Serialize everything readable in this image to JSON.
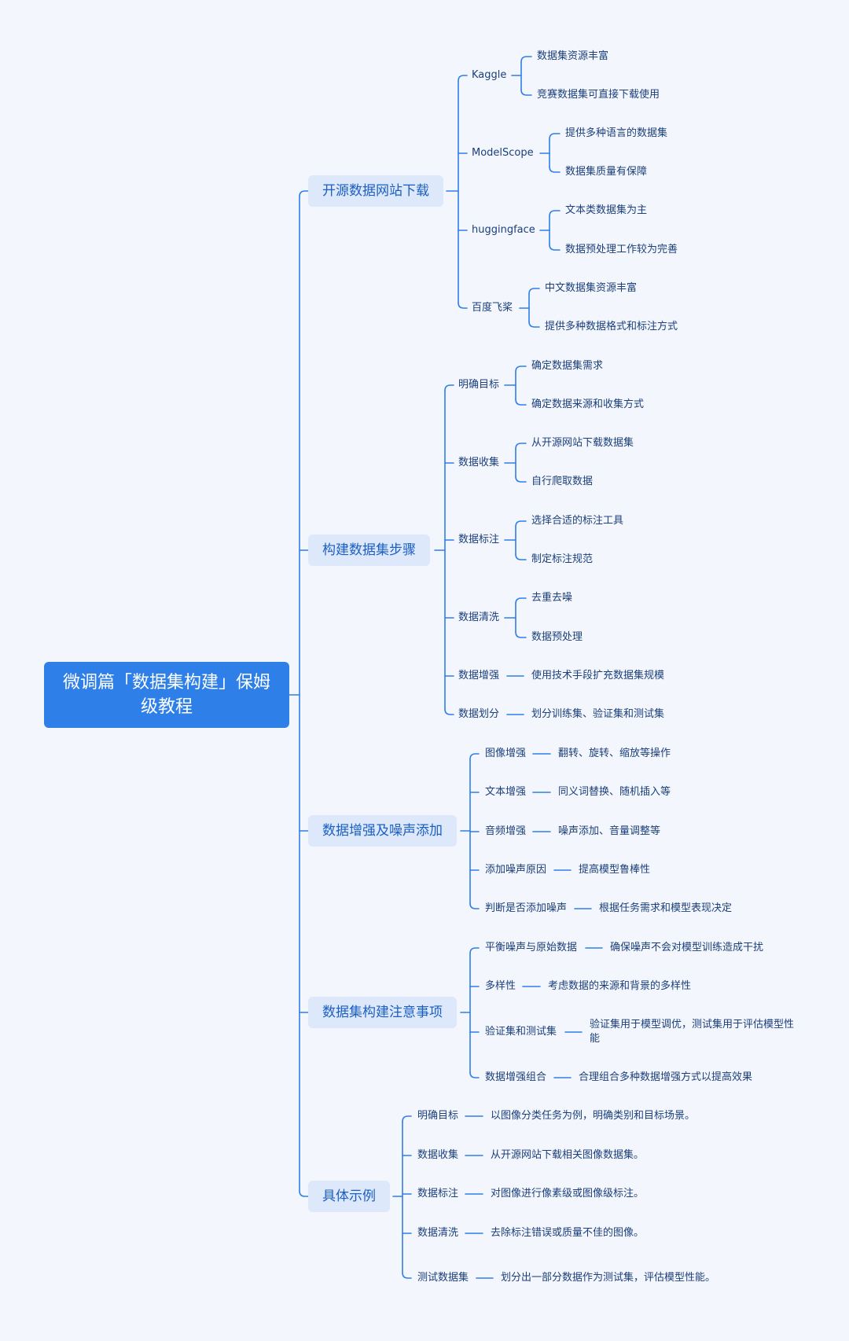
{
  "root": "微调篇「数据集构建」保姆级教程",
  "sections": {
    "s1": {
      "label": "开源数据网站下载",
      "items": [
        {
          "label": "Kaggle",
          "children": [
            "数据集资源丰富",
            "竞赛数据集可直接下载使用"
          ]
        },
        {
          "label": "ModelScope",
          "children": [
            "提供多种语言的数据集",
            "数据集质量有保障"
          ]
        },
        {
          "label": "huggingface",
          "children": [
            "文本类数据集为主",
            "数据预处理工作较为完善"
          ]
        },
        {
          "label": "百度飞桨",
          "children": [
            "中文数据集资源丰富",
            "提供多种数据格式和标注方式"
          ]
        }
      ]
    },
    "s2": {
      "label": "构建数据集步骤",
      "items": [
        {
          "label": "明确目标",
          "children": [
            "确定数据集需求",
            "确定数据来源和收集方式"
          ]
        },
        {
          "label": "数据收集",
          "children": [
            "从开源网站下载数据集",
            "自行爬取数据"
          ]
        },
        {
          "label": "数据标注",
          "children": [
            "选择合适的标注工具",
            "制定标注规范"
          ]
        },
        {
          "label": "数据清洗",
          "children": [
            "去重去噪",
            "数据预处理"
          ]
        },
        {
          "label": "数据增强",
          "children": [
            "使用技术手段扩充数据集规模"
          ]
        },
        {
          "label": "数据划分",
          "children": [
            "划分训练集、验证集和测试集"
          ]
        }
      ]
    },
    "s3": {
      "label": "数据增强及噪声添加",
      "items": [
        {
          "label": "图像增强",
          "children": [
            "翻转、旋转、缩放等操作"
          ]
        },
        {
          "label": "文本增强",
          "children": [
            "同义词替换、随机插入等"
          ]
        },
        {
          "label": "音频增强",
          "children": [
            "噪声添加、音量调整等"
          ]
        },
        {
          "label": "添加噪声原因",
          "children": [
            "提高模型鲁棒性"
          ]
        },
        {
          "label": "判断是否添加噪声",
          "children": [
            "根据任务需求和模型表现决定"
          ]
        }
      ]
    },
    "s4": {
      "label": "数据集构建注意事项",
      "items": [
        {
          "label": "平衡噪声与原始数据",
          "children": [
            "确保噪声不会对模型训练造成干扰"
          ]
        },
        {
          "label": "多样性",
          "children": [
            "考虑数据的来源和背景的多样性"
          ]
        },
        {
          "label": "验证集和测试集",
          "children": [
            "验证集用于模型调优，测试集用于评估模型性能"
          ]
        },
        {
          "label": "数据增强组合",
          "children": [
            "合理组合多种数据增强方式以提高效果"
          ]
        }
      ]
    },
    "s5": {
      "label": "具体示例",
      "items": [
        {
          "label": "明确目标",
          "children": [
            "以图像分类任务为例，明确类别和目标场景。"
          ]
        },
        {
          "label": "数据收集",
          "children": [
            "从开源网站下载相关图像数据集。"
          ]
        },
        {
          "label": "数据标注",
          "children": [
            "对图像进行像素级或图像级标注。"
          ]
        },
        {
          "label": "数据清洗",
          "children": [
            "去除标注错误或质量不佳的图像。"
          ]
        },
        {
          "label": "测试数据集",
          "children": [
            "划分出一部分数据作为测试集，评估模型性能。"
          ]
        }
      ]
    }
  },
  "colors": {
    "line": "#2f7fe8",
    "root_bg": "#2f7fe8",
    "section_bg": "#dde8fb",
    "text": "#1b3f7a"
  }
}
